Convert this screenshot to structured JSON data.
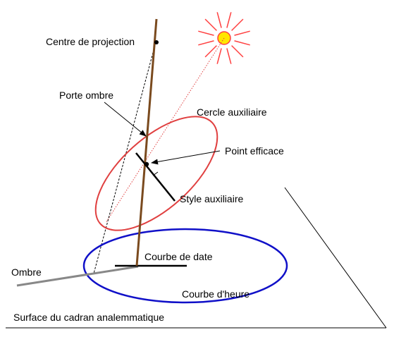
{
  "labels": {
    "centre_projection": "Centre de projection",
    "porte_ombre": "Porte ombre",
    "cercle_auxiliaire": "Cercle auxiliaire",
    "point_efficace": "Point efficace",
    "style_auxiliaire": "Style auxiliaire",
    "courbe_date": "Courbe de date",
    "ombre": "Ombre",
    "courbe_heure": "Courbe d'heure",
    "surface": "Surface du cadran analemmatique"
  },
  "colors": {
    "sun_fill": "#FFE600",
    "sun_rays": "#FF4040",
    "gnomon": "#7A4A1E",
    "cercle": "#E04040",
    "courbe_heure": "#1010C8",
    "ombre": "#888888",
    "lines": "#000000"
  }
}
